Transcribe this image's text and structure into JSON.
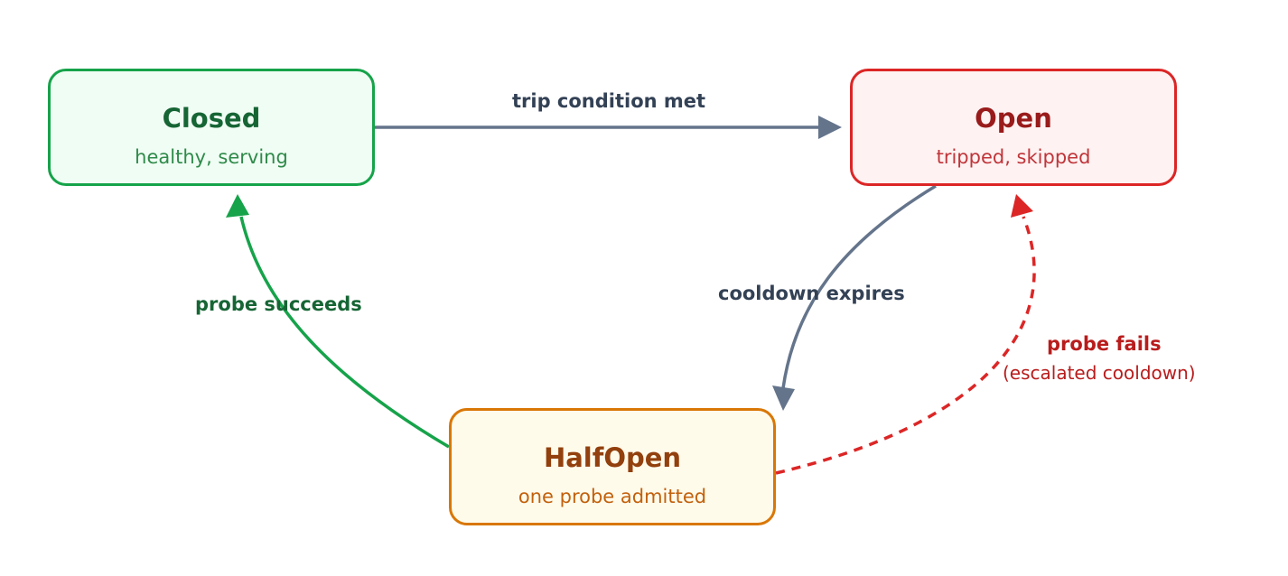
{
  "states": {
    "closed": {
      "title": "Closed",
      "subtitle": "healthy, serving"
    },
    "open": {
      "title": "Open",
      "subtitle": "tripped, skipped"
    },
    "halfopen": {
      "title": "HalfOpen",
      "subtitle": "one probe admitted"
    }
  },
  "transitions": {
    "trip": {
      "label": "trip condition met"
    },
    "cooldown": {
      "label": "cooldown expires"
    },
    "succeeds": {
      "label": "probe succeeds"
    },
    "fails": {
      "label": "probe fails",
      "note": "(escalated cooldown)"
    }
  },
  "colors": {
    "closed": "#16a34a",
    "open": "#dc2626",
    "halfopen": "#d97706",
    "neutral_edge": "#64748b",
    "success_edge": "#16a34a",
    "failure_edge": "#dc2626"
  }
}
